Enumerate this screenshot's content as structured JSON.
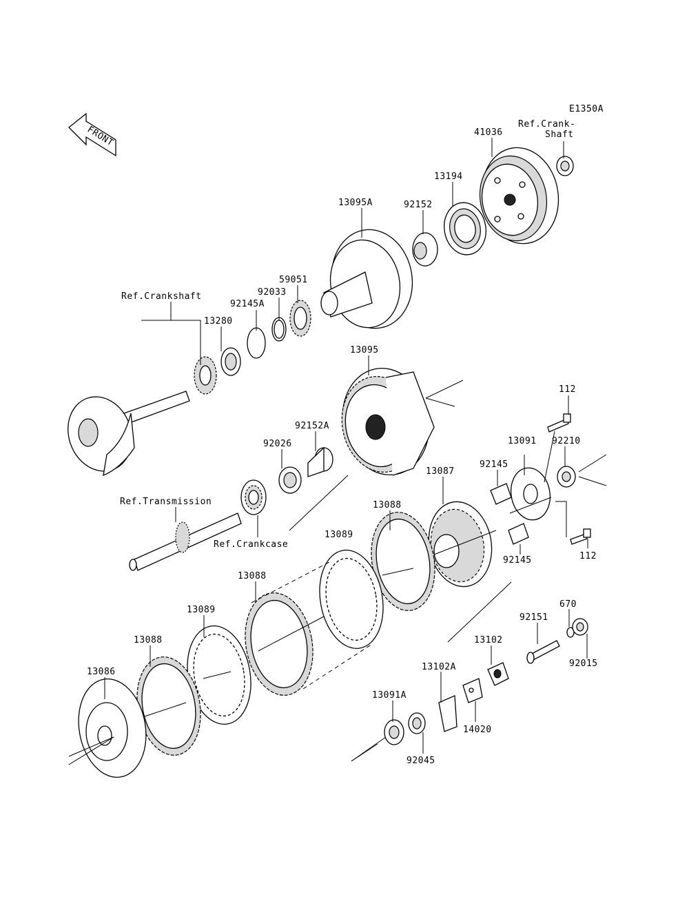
{
  "figure_code": "E1350A",
  "front_arrow": {
    "label": "FRONT",
    "icon": "front-arrow-icon"
  },
  "callouts": {
    "p41036": "41036",
    "ref_crankshaft_top_1": "Ref.Crank-",
    "ref_crankshaft_top_2": "Shaft",
    "p13194": "13194",
    "p92152": "92152",
    "p13095A": "13095A",
    "p59051": "59051",
    "p92033": "92033",
    "p92145A": "92145A",
    "ref_crankshaft": "Ref.Crankshaft",
    "p13280": "13280",
    "p13095": "13095",
    "p92152A": "92152A",
    "p92026": "92026",
    "p112_top": "112",
    "p13091": "13091",
    "p92210": "92210",
    "p92145_top": "92145",
    "p13087": "13087",
    "ref_transmission": "Ref.Transmission",
    "ref_crankcase": "Ref.Crankcase",
    "p13088_a": "13088",
    "p13089_a": "13089",
    "p92145_bottom": "92145",
    "p112_bottom": "112",
    "p13088_b": "13088",
    "p13089_b": "13089",
    "p13088_c": "13088",
    "p13086": "13086",
    "p670": "670",
    "p92151": "92151",
    "p13102": "13102",
    "p92015": "92015",
    "p13102A": "13102A",
    "p13091A": "13091A",
    "p14020": "14020",
    "p92045": "92045"
  }
}
